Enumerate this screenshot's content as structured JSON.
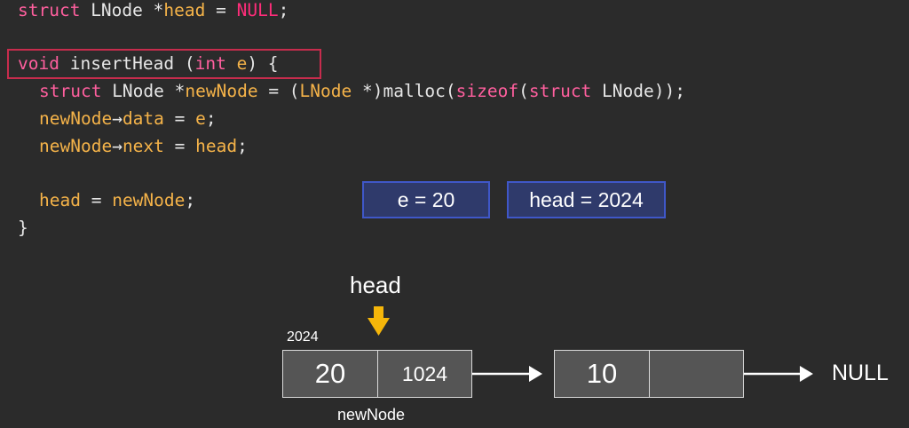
{
  "code": {
    "line1": {
      "kw": "struct",
      "type": " LNode ",
      "star": "*",
      "name": "head",
      "eq": " = ",
      "val": "NULL",
      "end": ";"
    },
    "func": {
      "ret": "void",
      "name": " insertHead (",
      "ptype": "int",
      "sp": " ",
      "param": "e",
      "end": ") {"
    },
    "malloc": {
      "kw": "struct",
      "type": " LNode ",
      "star": "*",
      "name": "newNode",
      "mid": " = (",
      "cast": "LNode",
      "cast2": " *)malloc(",
      "sizeof": "sizeof",
      "paren": "(",
      "kw2": "struct",
      "end": " LNode));"
    },
    "data_line": {
      "obj": "newNode",
      "arrow": "→",
      "field": "data",
      "eq": " = ",
      "val": "e",
      "end": ";"
    },
    "next_line": {
      "obj": "newNode",
      "arrow": "→",
      "field": "next",
      "eq": " = ",
      "val": "head",
      "end": ";"
    },
    "assign": {
      "lhs": "head",
      "eq": " = ",
      "rhs": "newNode",
      "end": ";"
    },
    "close": "}"
  },
  "vars": {
    "e": "e = 20",
    "head": "head = 2024"
  },
  "diagram": {
    "head_label": "head",
    "address": "2024",
    "node1_data": "20",
    "node1_next": "1024",
    "node1_label": "newNode",
    "node2_data": "10",
    "null_label": "NULL"
  },
  "colors": {
    "arrow": "#f5b60a",
    "highlight": "#c72c4d",
    "var_box_bg": "#2f3a6b"
  }
}
